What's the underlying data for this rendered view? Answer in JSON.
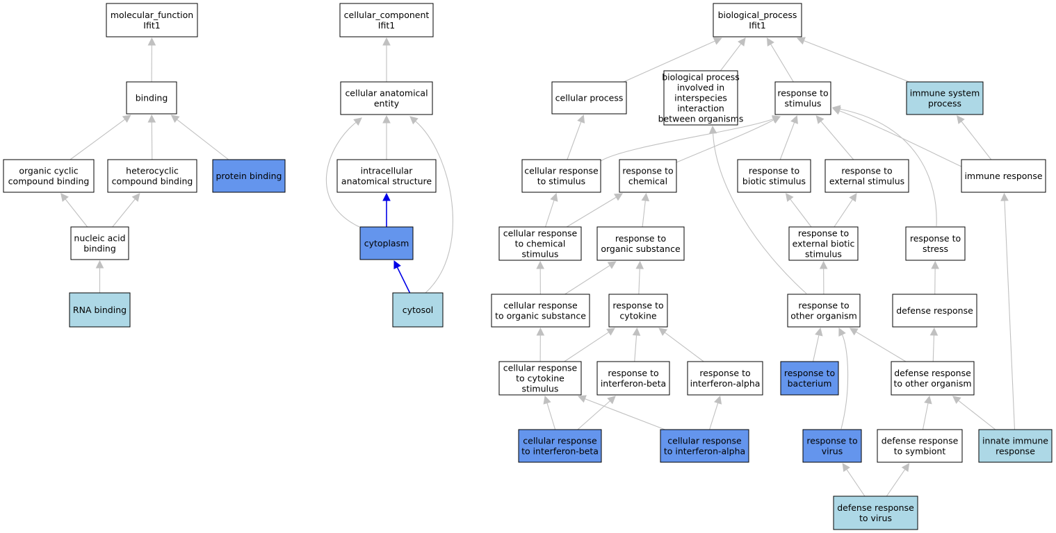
{
  "colors": {
    "plain": "#ffffff",
    "light": "#add8e6",
    "dark": "#6495ed",
    "edge": "#c0c0c0",
    "edge_highlight": "#0000e6"
  },
  "nodes": {
    "mf": {
      "label": [
        "molecular_function",
        "Ifit1"
      ],
      "fill": "plain"
    },
    "binding": {
      "label": [
        "binding"
      ],
      "fill": "plain"
    },
    "occb": {
      "label": [
        "organic cyclic",
        "compound binding"
      ],
      "fill": "plain"
    },
    "hcb": {
      "label": [
        "heterocyclic",
        "compound binding"
      ],
      "fill": "plain"
    },
    "pb": {
      "label": [
        "protein binding"
      ],
      "fill": "dark"
    },
    "nab": {
      "label": [
        "nucleic acid",
        "binding"
      ],
      "fill": "plain"
    },
    "rnab": {
      "label": [
        "RNA binding"
      ],
      "fill": "light"
    },
    "cc": {
      "label": [
        "cellular_component",
        "Ifit1"
      ],
      "fill": "plain"
    },
    "cae": {
      "label": [
        "cellular anatomical",
        "entity"
      ],
      "fill": "plain"
    },
    "ias": {
      "label": [
        "intracellular",
        "anatomical structure"
      ],
      "fill": "plain"
    },
    "cyto": {
      "label": [
        "cytoplasm"
      ],
      "fill": "dark"
    },
    "cytosol": {
      "label": [
        "cytosol"
      ],
      "fill": "light"
    },
    "bp": {
      "label": [
        "biological_process",
        "Ifit1"
      ],
      "fill": "plain"
    },
    "cp": {
      "label": [
        "cellular process"
      ],
      "fill": "plain"
    },
    "bpii": {
      "label": [
        "biological process",
        "involved in",
        "interspecies",
        "interaction",
        "between organisms"
      ],
      "fill": "plain"
    },
    "rts": {
      "label": [
        "response to",
        "stimulus"
      ],
      "fill": "plain"
    },
    "isp": {
      "label": [
        "immune system",
        "process"
      ],
      "fill": "light"
    },
    "crs": {
      "label": [
        "cellular response",
        "to stimulus"
      ],
      "fill": "plain"
    },
    "rtc": {
      "label": [
        "response to",
        "chemical"
      ],
      "fill": "plain"
    },
    "rbs": {
      "label": [
        "response to",
        "biotic stimulus"
      ],
      "fill": "plain"
    },
    "res": {
      "label": [
        "response to",
        "external stimulus"
      ],
      "fill": "plain"
    },
    "ir": {
      "label": [
        "immune response"
      ],
      "fill": "plain"
    },
    "crcs": {
      "label": [
        "cellular response",
        "to chemical",
        "stimulus"
      ],
      "fill": "plain"
    },
    "ros": {
      "label": [
        "response to",
        "organic substance"
      ],
      "fill": "plain"
    },
    "rebs": {
      "label": [
        "response to",
        "external biotic",
        "stimulus"
      ],
      "fill": "plain"
    },
    "rstress": {
      "label": [
        "response to",
        "stress"
      ],
      "fill": "plain"
    },
    "cros": {
      "label": [
        "cellular response",
        "to organic substance"
      ],
      "fill": "plain"
    },
    "rcyt": {
      "label": [
        "response to",
        "cytokine"
      ],
      "fill": "plain"
    },
    "roo": {
      "label": [
        "response to",
        "other organism"
      ],
      "fill": "plain"
    },
    "dr": {
      "label": [
        "defense response"
      ],
      "fill": "plain"
    },
    "crcys": {
      "label": [
        "cellular response",
        "to cytokine",
        "stimulus"
      ],
      "fill": "plain"
    },
    "rib": {
      "label": [
        "response to",
        "interferon-beta"
      ],
      "fill": "plain"
    },
    "ria": {
      "label": [
        "response to",
        "interferon-alpha"
      ],
      "fill": "plain"
    },
    "rbact": {
      "label": [
        "response to",
        "bacterium"
      ],
      "fill": "dark"
    },
    "droo": {
      "label": [
        "defense response",
        "to other organism"
      ],
      "fill": "plain"
    },
    "crib": {
      "label": [
        "cellular response",
        "to interferon-beta"
      ],
      "fill": "dark"
    },
    "cria": {
      "label": [
        "cellular response",
        "to interferon-alpha"
      ],
      "fill": "dark"
    },
    "rvirus": {
      "label": [
        "response to",
        "virus"
      ],
      "fill": "dark"
    },
    "drsym": {
      "label": [
        "defense response",
        "to symbiont"
      ],
      "fill": "plain"
    },
    "iir": {
      "label": [
        "innate immune",
        "response"
      ],
      "fill": "light"
    },
    "drv": {
      "label": [
        "defense response",
        "to virus"
      ],
      "fill": "light"
    }
  },
  "edges": [
    [
      "binding",
      "mf",
      0
    ],
    [
      "occb",
      "binding",
      0
    ],
    [
      "hcb",
      "binding",
      0
    ],
    [
      "pb",
      "binding",
      0
    ],
    [
      "nab",
      "occb",
      0
    ],
    [
      "nab",
      "hcb",
      0
    ],
    [
      "rnab",
      "nab",
      0
    ],
    [
      "cae",
      "cc",
      0
    ],
    [
      "ias",
      "cae",
      0
    ],
    [
      "cyto",
      "ias",
      1
    ],
    [
      "cyto",
      "cae",
      0
    ],
    [
      "cytosol",
      "cyto",
      1
    ],
    [
      "cytosol",
      "cae",
      0
    ],
    [
      "cp",
      "bp",
      0
    ],
    [
      "bpii",
      "bp",
      0
    ],
    [
      "rts",
      "bp",
      0
    ],
    [
      "isp",
      "bp",
      0
    ],
    [
      "crs",
      "cp",
      0
    ],
    [
      "crs",
      "rts",
      0
    ],
    [
      "rtc",
      "rts",
      0
    ],
    [
      "rbs",
      "rts",
      0
    ],
    [
      "res",
      "rts",
      0
    ],
    [
      "ir",
      "rts",
      0
    ],
    [
      "ir",
      "isp",
      0
    ],
    [
      "crcs",
      "crs",
      0
    ],
    [
      "crcs",
      "rtc",
      0
    ],
    [
      "ros",
      "rtc",
      0
    ],
    [
      "rebs",
      "rbs",
      0
    ],
    [
      "rebs",
      "res",
      0
    ],
    [
      "rstress",
      "rts",
      0
    ],
    [
      "cros",
      "crcs",
      0
    ],
    [
      "cros",
      "ros",
      0
    ],
    [
      "rcyt",
      "ros",
      0
    ],
    [
      "roo",
      "rebs",
      0
    ],
    [
      "roo",
      "bpii",
      0
    ],
    [
      "dr",
      "rstress",
      0
    ],
    [
      "crcys",
      "cros",
      0
    ],
    [
      "crcys",
      "rcyt",
      0
    ],
    [
      "rib",
      "rcyt",
      0
    ],
    [
      "ria",
      "rcyt",
      0
    ],
    [
      "rbact",
      "roo",
      0
    ],
    [
      "droo",
      "roo",
      0
    ],
    [
      "droo",
      "dr",
      0
    ],
    [
      "crib",
      "crcys",
      0
    ],
    [
      "crib",
      "rib",
      0
    ],
    [
      "cria",
      "crcys",
      0
    ],
    [
      "cria",
      "ria",
      0
    ],
    [
      "rvirus",
      "roo",
      0
    ],
    [
      "drsym",
      "droo",
      0
    ],
    [
      "iir",
      "droo",
      0
    ],
    [
      "iir",
      "ir",
      0
    ],
    [
      "drv",
      "rvirus",
      0
    ],
    [
      "drv",
      "drsym",
      0
    ]
  ]
}
